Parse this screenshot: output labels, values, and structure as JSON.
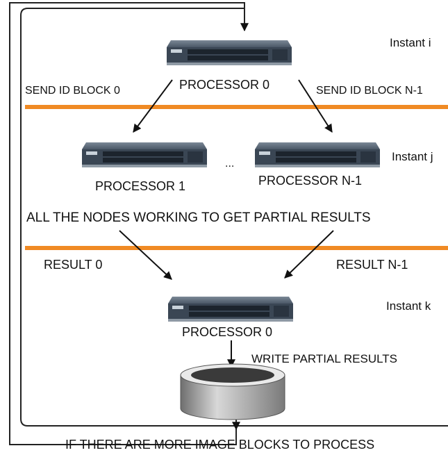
{
  "instants": {
    "i": "Instant i",
    "j": "Instant j",
    "k": "Instant k"
  },
  "processors": {
    "top": "PROCESSOR 0",
    "middle_left": "PROCESSOR 1",
    "middle_right": "PROCESSOR N-1",
    "bottom": "PROCESSOR 0",
    "ellipsis": "..."
  },
  "edges": {
    "send_first": "SEND ID BLOCK 0",
    "send_last": "SEND ID BLOCK N-1",
    "result_first": "RESULT 0",
    "result_last": "RESULT N-1",
    "write": "WRITE PARTIAL RESULTS"
  },
  "notes": {
    "working": "ALL THE NODES WORKING TO GET PARTIAL RESULTS",
    "loop": "IF THERE ARE MORE IMAGE BLOCKS TO PROCESS"
  },
  "colors": {
    "separator": "#f08a24",
    "switch_body": "#4b5867",
    "switch_front": "#25303c",
    "disk": "#9a9a9a"
  }
}
